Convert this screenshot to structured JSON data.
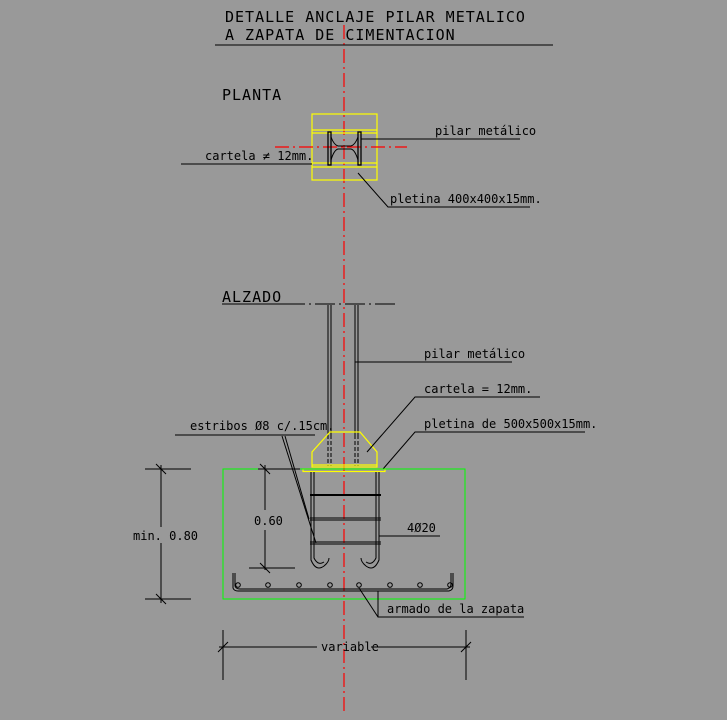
{
  "title": {
    "line1": "DETALLE ANCLAJE PILAR METALICO",
    "line2": "A ZAPATA DE CIMENTACION"
  },
  "planta": {
    "heading": "PLANTA",
    "labels": {
      "pilar": "pilar metálico",
      "cartela": "cartela ≠ 12mm.",
      "pletina": "pletina 400x400x15mm."
    }
  },
  "alzado": {
    "heading": "ALZADO",
    "labels": {
      "pilar": "pilar metálico",
      "cartela": "cartela = 12mm.",
      "pletina": "pletina de 500x500x15mm.",
      "estribos": "estribos Ø8 c/.15cm.",
      "barras": "4Ø20",
      "armado": "armado de la zapata"
    },
    "dimensions": {
      "anclaje": "0.60",
      "canto": "min. 0.80",
      "ancho": "variable"
    }
  },
  "colors": {
    "axis": "#ff0000",
    "steel": "#ffff00",
    "footing": "#00ff00",
    "background": "#999999"
  }
}
